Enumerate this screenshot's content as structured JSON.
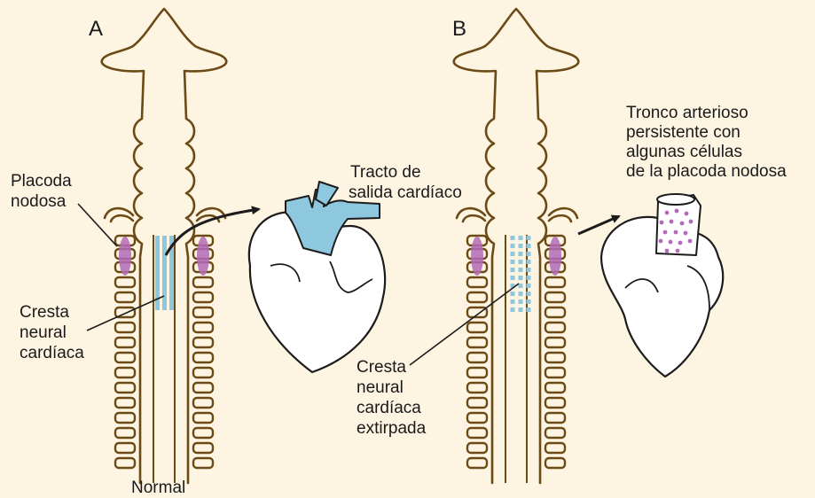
{
  "panels": {
    "a": {
      "letter": "A",
      "caption": "Normal"
    },
    "b": {
      "letter": "B"
    }
  },
  "labels": {
    "placoda_line1": "Placoda",
    "placoda_line2": "nodosa",
    "cresta_a_line1": "Cresta",
    "cresta_a_line2": "neural",
    "cresta_a_line3": "cardíaca",
    "tracto_line1": "Tracto de",
    "tracto_line2": "salida cardíaco",
    "cresta_b_line1": "Cresta",
    "cresta_b_line2": "neural",
    "cresta_b_line3": "cardíaca",
    "cresta_b_line4": "extirpada",
    "tronco_line1": "Tronco arterioso",
    "tronco_line2": "persistente con",
    "tronco_line3": "algunas células",
    "tronco_line4": "de la placoda nodosa"
  },
  "colors": {
    "background": "#fdf4e2",
    "outline": "#6b4a16",
    "neural_crest": "#8ec8df",
    "placode": "#b36ab8",
    "heart_fill": "#ffffff"
  }
}
